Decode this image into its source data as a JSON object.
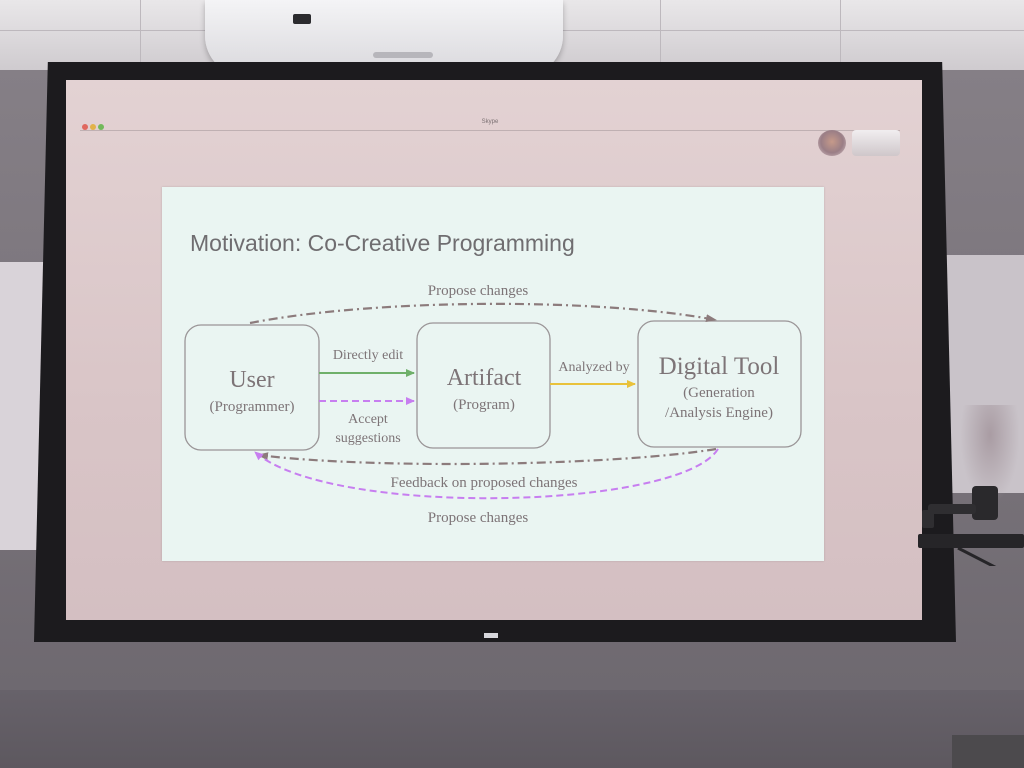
{
  "window": {
    "title": "Skype"
  },
  "slide": {
    "title": "Motivation: Co-Creative Programming",
    "nodes": {
      "user": {
        "label": "User",
        "sublabel": "(Programmer)"
      },
      "artifact": {
        "label": "Artifact",
        "sublabel": "(Program)"
      },
      "tool": {
        "label": "Digital Tool",
        "sublabel_line1": "(Generation",
        "sublabel_line2": "/Analysis Engine)"
      }
    },
    "edges": {
      "top_propose": "Propose changes",
      "directly_edit": "Directly edit",
      "accept_line1": "Accept",
      "accept_line2": "suggestions",
      "analyzed_by": "Analyzed by",
      "feedback": "Feedback on proposed changes",
      "bottom_propose": "Propose changes"
    }
  },
  "colors": {
    "slide_background": "#eaf5f2",
    "text": "#7d7477",
    "box_stroke": "#9a9597",
    "green_edge": "#6fb06a",
    "purple_edge": "#c77ef0",
    "yellow_edge": "#e9c23b",
    "grey_dashdot": "#8c7b7c"
  }
}
